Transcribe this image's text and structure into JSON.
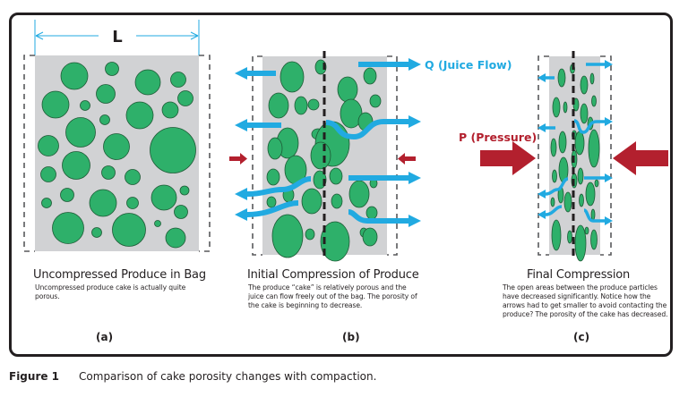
{
  "diagram": {
    "dimension_label": "L",
    "flow_label": "Q (Juice Flow)",
    "pressure_label": "P (Pressure)",
    "colors": {
      "particle_fill": "#2eb06a",
      "particle_stroke": "#1d5a35",
      "cake_background": "#d1d2d4",
      "juice_flow": "#21aae1",
      "pressure": "#b3202e",
      "frame": "#231f20",
      "bag_outline": "#58595b"
    }
  },
  "panels": [
    {
      "id": "a",
      "title": "Uncompressed Produce in Bag",
      "body": "Uncompressed produce cake is actually quite porous.",
      "letter": "(a)"
    },
    {
      "id": "b",
      "title": "Initial Compression of Produce",
      "body": "The produce “cake” is relatively porous and the juice can flow freely out of the bag. The porosity of the cake is beginning to decrease.",
      "letter": "(b)"
    },
    {
      "id": "c",
      "title": "Final Compression",
      "body": "The open areas between the produce particles have decreased significantly.  Notice how the arrows had to get smaller to avoid contacting the produce?  The porosity of the cake has decreased.",
      "letter": "(c)"
    }
  ],
  "figure": {
    "number": "Figure 1",
    "caption": "Comparison of cake porosity changes with compaction."
  }
}
